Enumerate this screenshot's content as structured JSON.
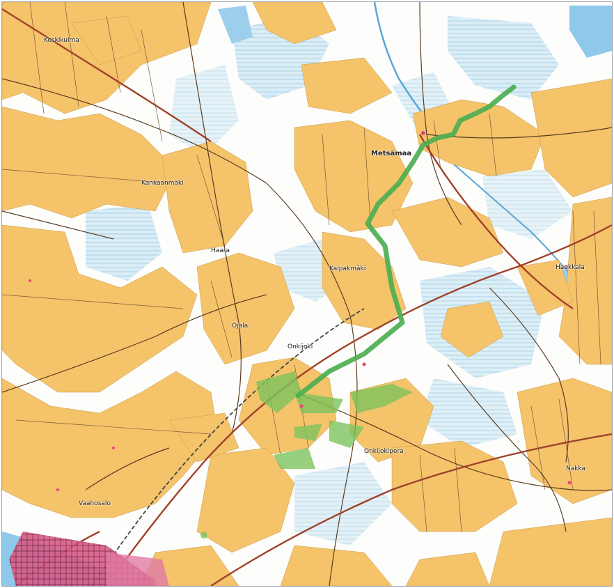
{
  "map": {
    "place_labels": [
      {
        "id": "kourikaskulma",
        "text": "Koskikulma"
      },
      {
        "id": "metsamaa",
        "text": "Metsämaa"
      },
      {
        "id": "onkijoki",
        "text": "Onkijoki"
      },
      {
        "id": "onkijokipera",
        "text": "Onkijokipera"
      },
      {
        "id": "kalpakmaki",
        "text": "Kalpakmäki"
      },
      {
        "id": "haara",
        "text": "Haara"
      },
      {
        "id": "vaahosalo",
        "text": "Vaahosalo"
      },
      {
        "id": "nakka",
        "text": "Nakka"
      },
      {
        "id": "haukkala",
        "text": "Haukkala"
      },
      {
        "id": "kankaanmaki",
        "text": "Kankaanmäki"
      },
      {
        "id": "ojala",
        "text": "Ojala"
      }
    ],
    "colors": {
      "field": "#f4c36a",
      "forest": "#ffffff",
      "mire": "#cfe6f2",
      "water": "#8fc9ea",
      "road_main": "#a0412b",
      "road_minor": "#6b4a2a",
      "route_highlight": "#4caf50",
      "area_highlight": "#7cc35e",
      "town": "#c2185b"
    }
  }
}
